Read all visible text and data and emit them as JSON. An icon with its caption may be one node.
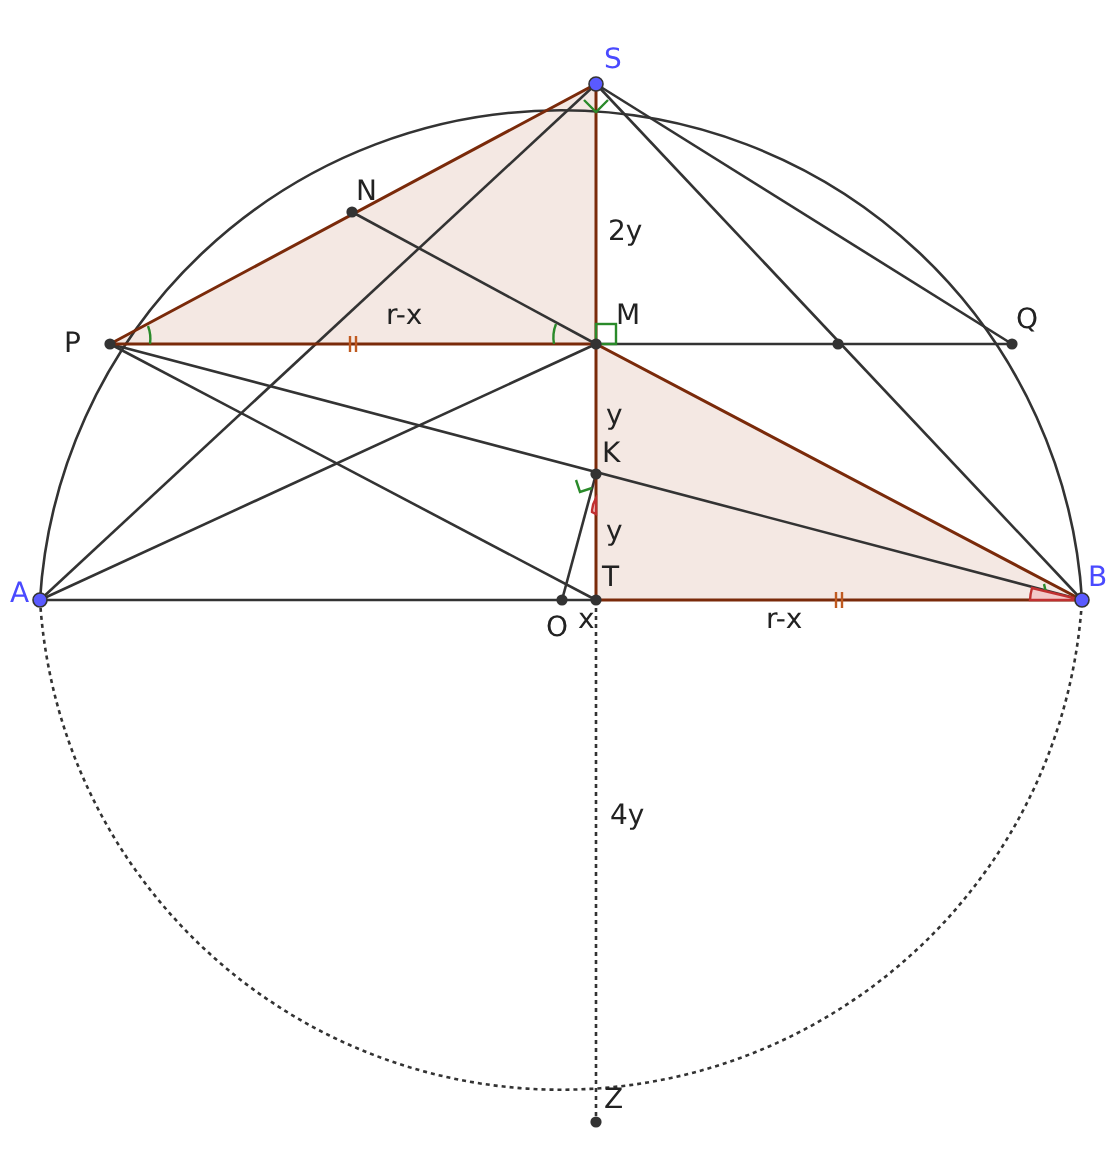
{
  "diagram": {
    "labels": [
      "S",
      "N",
      "2y",
      "P",
      "r-x",
      "M",
      "Q",
      "y",
      "K",
      "y",
      "A",
      "T",
      "B",
      "O",
      "x",
      "r-x",
      "4y",
      "Z"
    ]
  }
}
